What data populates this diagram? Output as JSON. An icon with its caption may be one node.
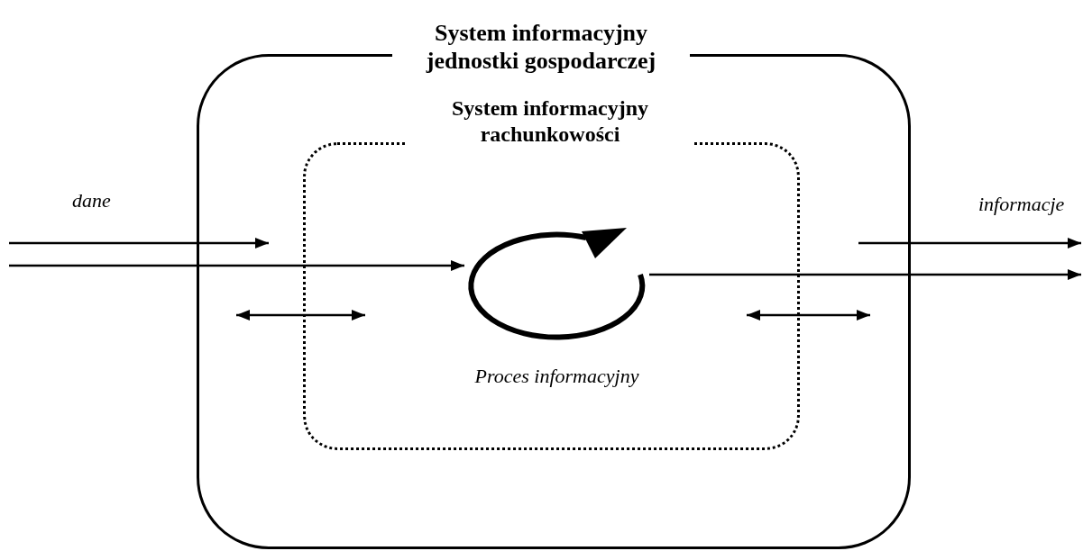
{
  "diagram": {
    "nodes": [
      {
        "text": [
          "System informacyjny jednostki gospodarczej"
        ]
      },
      {
        "text": [
          "System informacyjny rachunkowości"
        ],
        "in": 0
      },
      {
        "text": [],
        "shape": "circle",
        "in": 1,
        "beside": [
          "Proces informacyjny"
        ]
      }
    ],
    "edges": [
      {
        "from": null,
        "to": 0,
        "arrow": "to",
        "label": "dane"
      },
      {
        "from": null,
        "to": 2,
        "arrow": "to"
      },
      {
        "from": 0,
        "to": 1,
        "arrow": "both"
      },
      {
        "from": 1,
        "to": 0,
        "arrow": "both"
      },
      {
        "from": 0,
        "to": null,
        "arrow": "to",
        "label": "informacje"
      },
      {
        "from": 2,
        "to": null,
        "arrow": "to"
      }
    ]
  }
}
